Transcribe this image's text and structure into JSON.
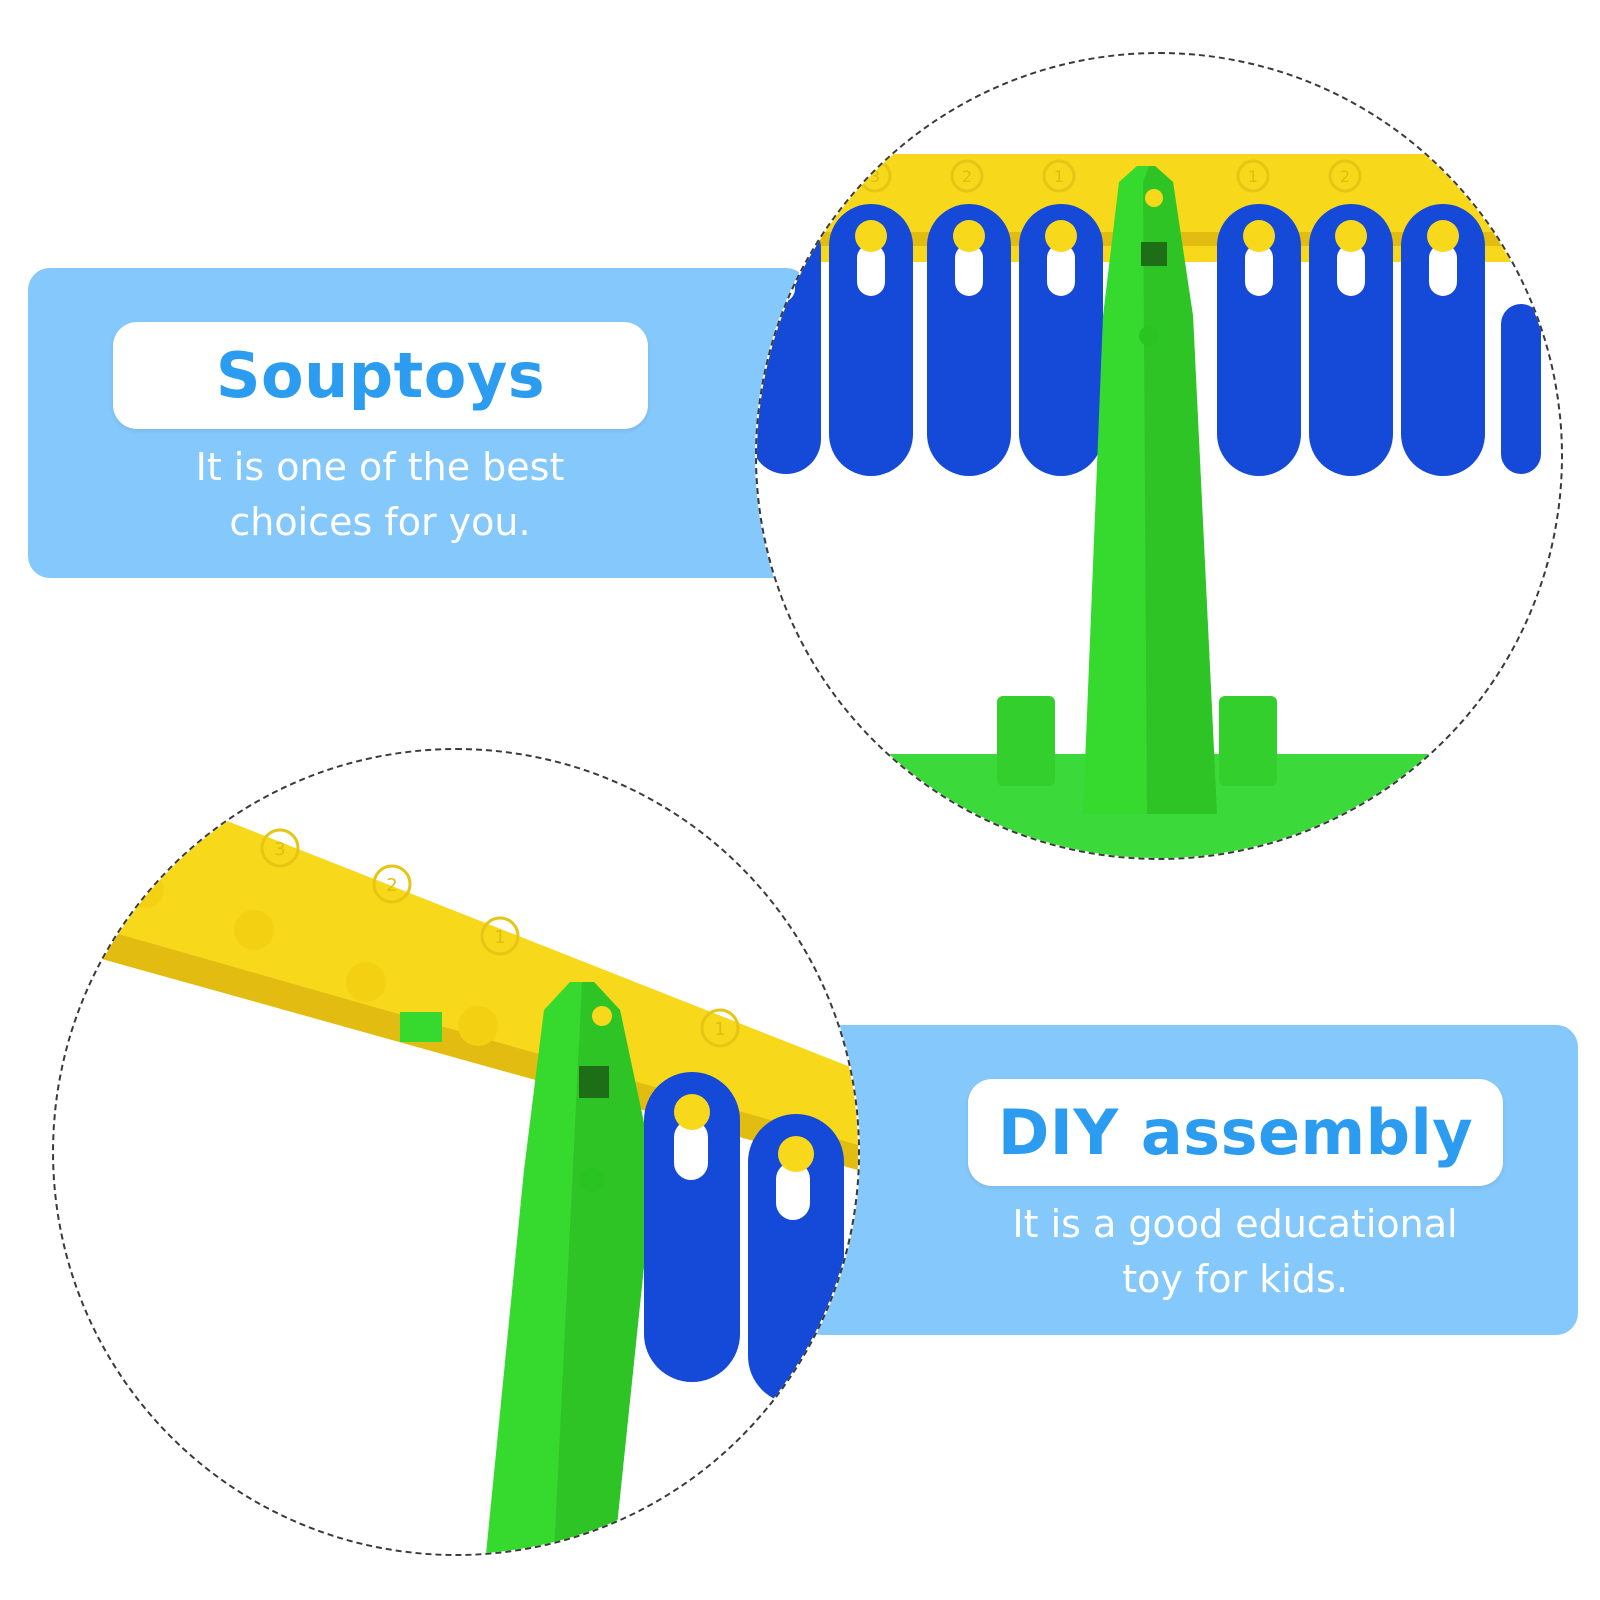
{
  "sections": [
    {
      "title": "Souptoys",
      "caption_line1": "It is one of the best",
      "caption_line2": "choices for you."
    },
    {
      "title": "DIY assembly",
      "caption_line1": "It is a good educational",
      "caption_line2": "toy for kids."
    }
  ],
  "beam_numbers": [
    "3",
    "2",
    "1",
    "1",
    "2"
  ],
  "colors": {
    "panel": "#85c8fb",
    "title_text": "#2b9cf0",
    "beam_yellow": "#f7d81a",
    "peg_blue": "#1447d6",
    "stand_green": "#36d92e"
  }
}
